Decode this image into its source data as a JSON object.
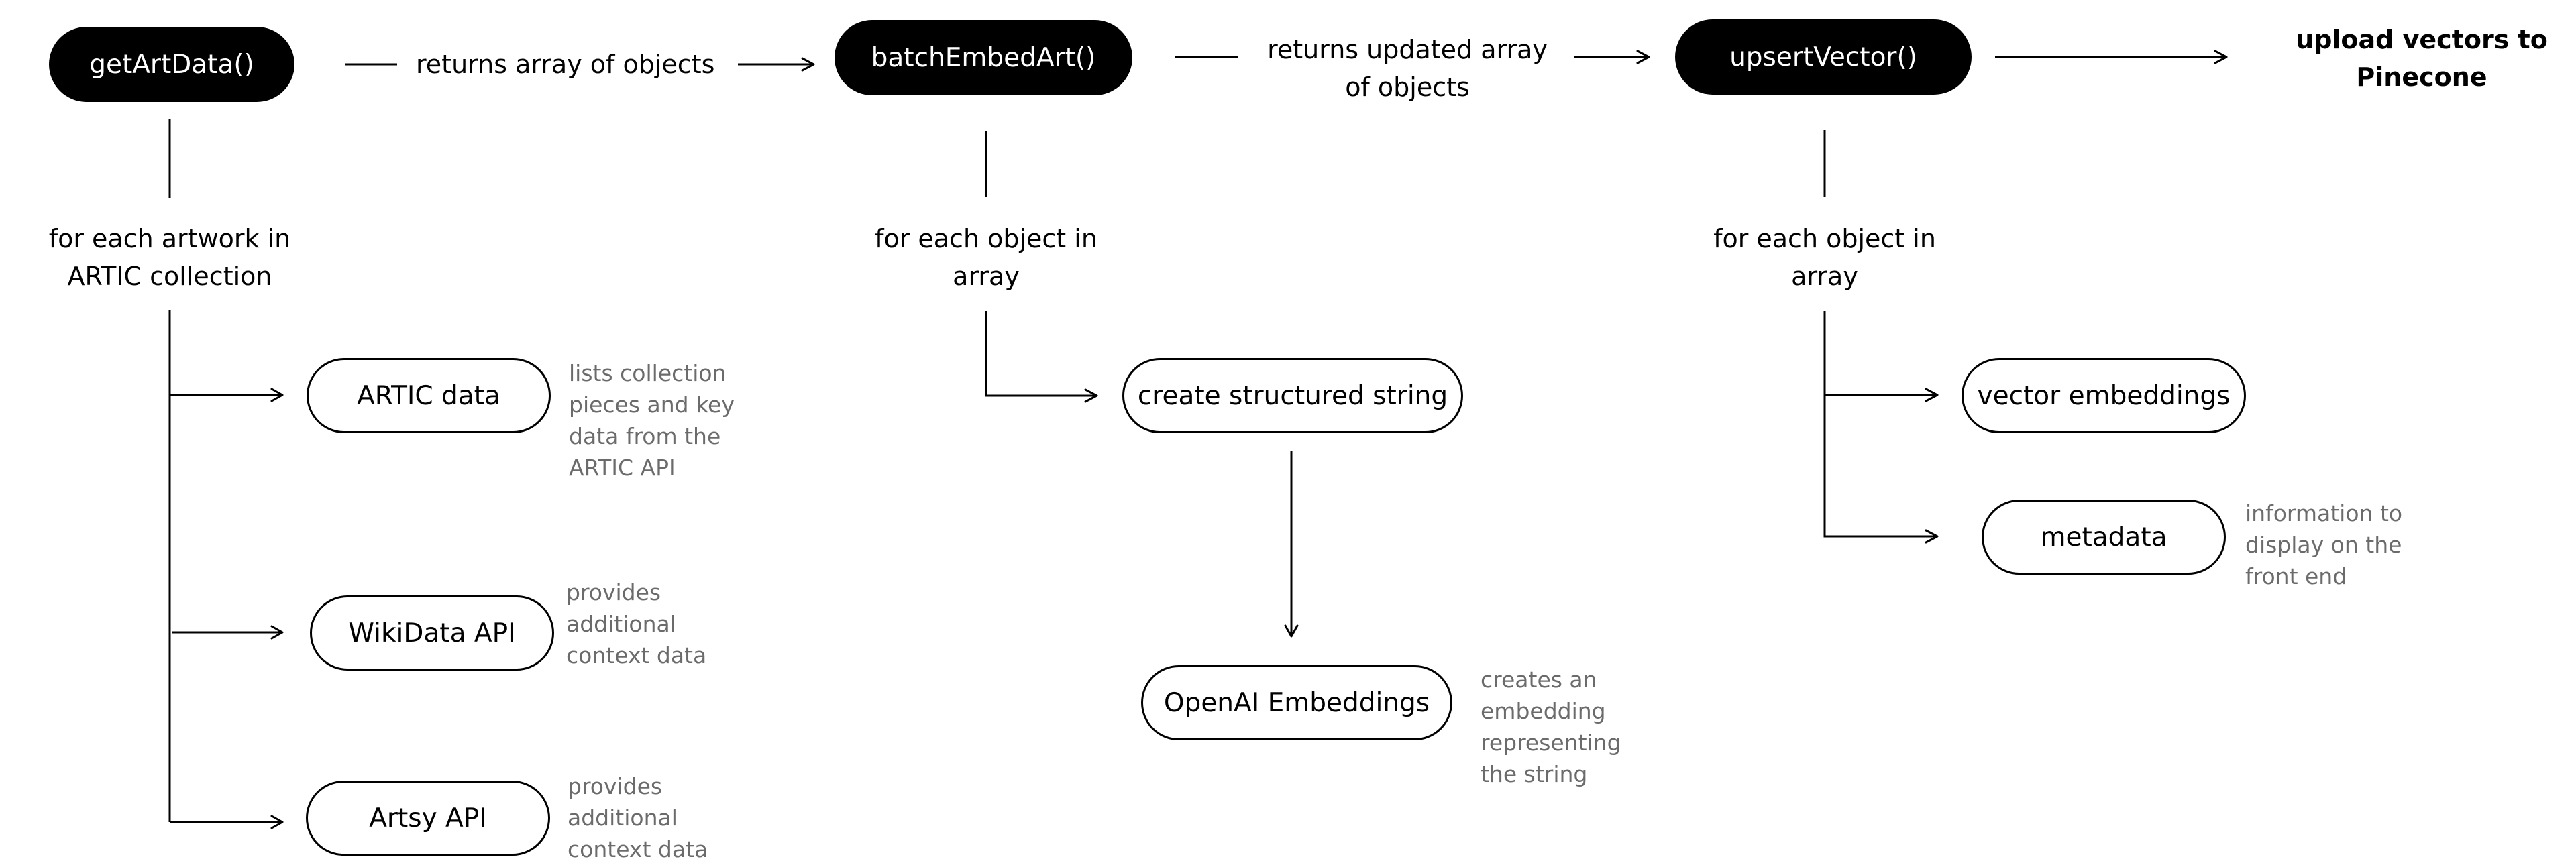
{
  "nodes": {
    "get_art_data": "getArtData()",
    "batch_embed_art": "batchEmbedArt()",
    "upsert_vector": "upsertVector()",
    "artic_data": "ARTIC data",
    "wikidata_api": "WikiData API",
    "artsy_api": "Artsy API",
    "create_structured_string": "create structured string",
    "openai_embeddings": "OpenAI Embeddings",
    "vector_embeddings": "vector embeddings",
    "metadata": "metadata"
  },
  "flow_labels": {
    "returns_array": "returns array of objects",
    "returns_updated_line1": "returns updated array",
    "returns_updated_line2": "of objects",
    "upload_line1": "upload vectors to",
    "upload_line2": "Pinecone"
  },
  "loop_labels": {
    "each_artwork_line1": "for each artwork in",
    "each_artwork_line2": "ARTIC collection",
    "each_object_batch_line1": "for each object in",
    "each_object_batch_line2": "array",
    "each_object_upsert_line1": "for each object in",
    "each_object_upsert_line2": "array"
  },
  "notes": {
    "artic_data": [
      "lists collection",
      "pieces and key",
      "data from the",
      "ARTIC API"
    ],
    "wikidata_api": [
      "provides",
      "additional",
      "context data"
    ],
    "artsy_api": [
      "provides",
      "additional",
      "context data"
    ],
    "openai_embeddings": [
      "creates an",
      "embedding",
      "representing",
      "the string"
    ],
    "metadata": [
      "information to",
      "display on the",
      "front end"
    ]
  }
}
